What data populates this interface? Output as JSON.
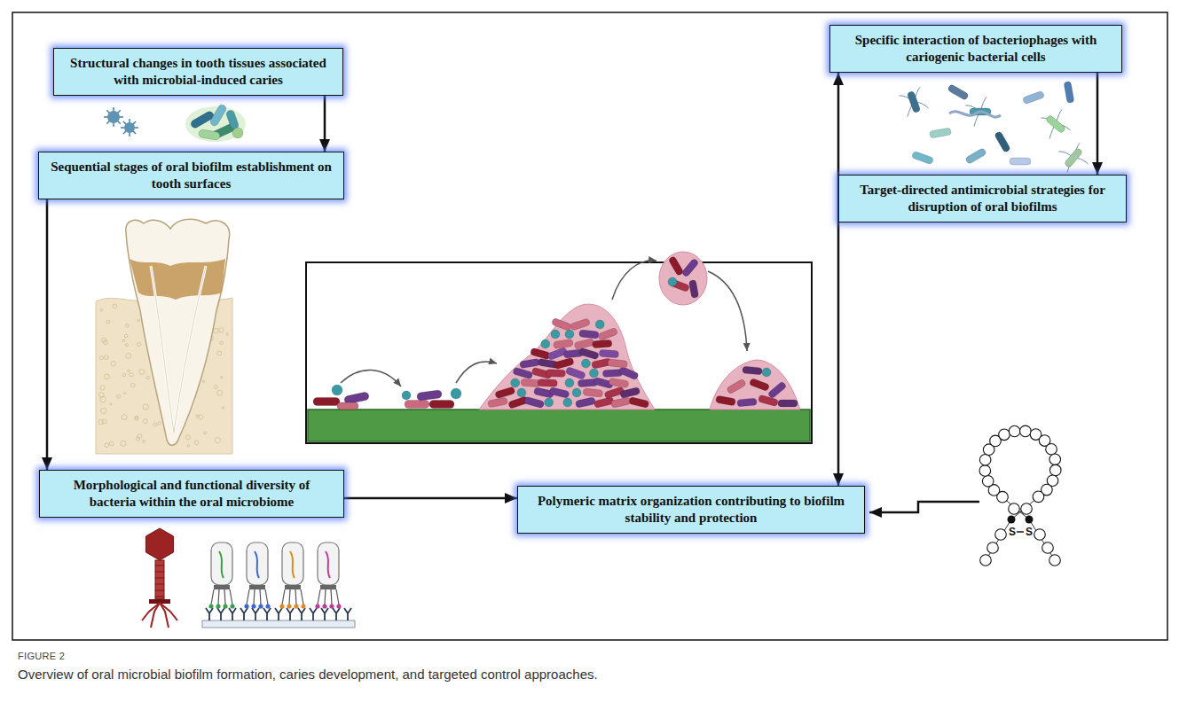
{
  "diagram": {
    "caption": "Overview of oral microbial biofilm formation, caries development, and targeted control approaches.",
    "nodes": [
      {
        "text": [
          "Structural changes in tooth tissues associated with microbial-induced caries"
        ]
      },
      {
        "text": [
          "Sequential stages of oral biofilm establishment on tooth surfaces"
        ]
      },
      {
        "text": [
          "Morphological and functional diversity of bacteria within the oral microbiome"
        ]
      },
      {
        "text": [
          "Polymeric matrix organization contributing to biofilm stability and protection"
        ]
      },
      {
        "text": [
          "Specific interaction of bacteriophages with cariogenic bacterial cells"
        ]
      },
      {
        "text": [
          "Target-directed antimicrobial strategies for disruption of oral biofilms"
        ]
      }
    ],
    "edges": [
      {
        "from": 0,
        "to": 1,
        "arrow": "to"
      },
      {
        "from": 1,
        "to": 2,
        "arrow": "to"
      },
      {
        "from": 2,
        "to": 3,
        "arrow": "to"
      },
      {
        "from": 3,
        "to": 4,
        "arrow": "both"
      },
      {
        "from": 4,
        "to": 5,
        "arrow": "to"
      }
    ],
    "labels": [
      "FIGURE 2",
      "S",
      "S"
    ]
  }
}
